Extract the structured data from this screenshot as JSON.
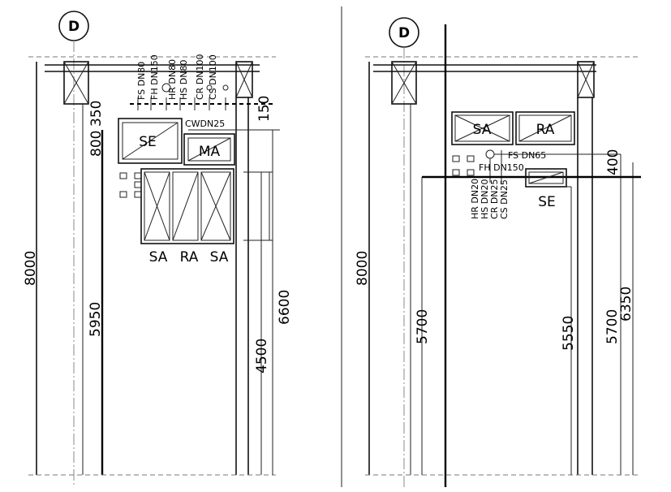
{
  "grid_label": "D",
  "left_plan": {
    "pipe_labels": [
      "FS DN80",
      "FH DN150",
      "HR DN80",
      "HS DN80",
      "CR DN100",
      "CS DN100"
    ],
    "cw_label": "CWDN25",
    "dim_800": "800",
    "dim_350": "350",
    "dim_150": "150",
    "dim_8000": "8000",
    "dim_5950": "5950",
    "dim_4500": "4500",
    "dim_6600": "6600",
    "box_se": "SE",
    "box_ma": "MA",
    "row_labels": [
      "SA",
      "RA",
      "SA"
    ]
  },
  "right_plan": {
    "box_sa": "SA",
    "box_ra": "RA",
    "fs_label": "FS DN65",
    "fh_label": "FH DN150",
    "pipe_labels": [
      "HR DN20",
      "HS DN20",
      "CR DN25",
      "CS DN25"
    ],
    "dim_400": "400",
    "box_se": "SE",
    "dim_8000": "8000",
    "dim_5700_left": "5700",
    "dim_5550": "5550",
    "dim_5700_right": "5700",
    "dim_6350": "6350"
  }
}
